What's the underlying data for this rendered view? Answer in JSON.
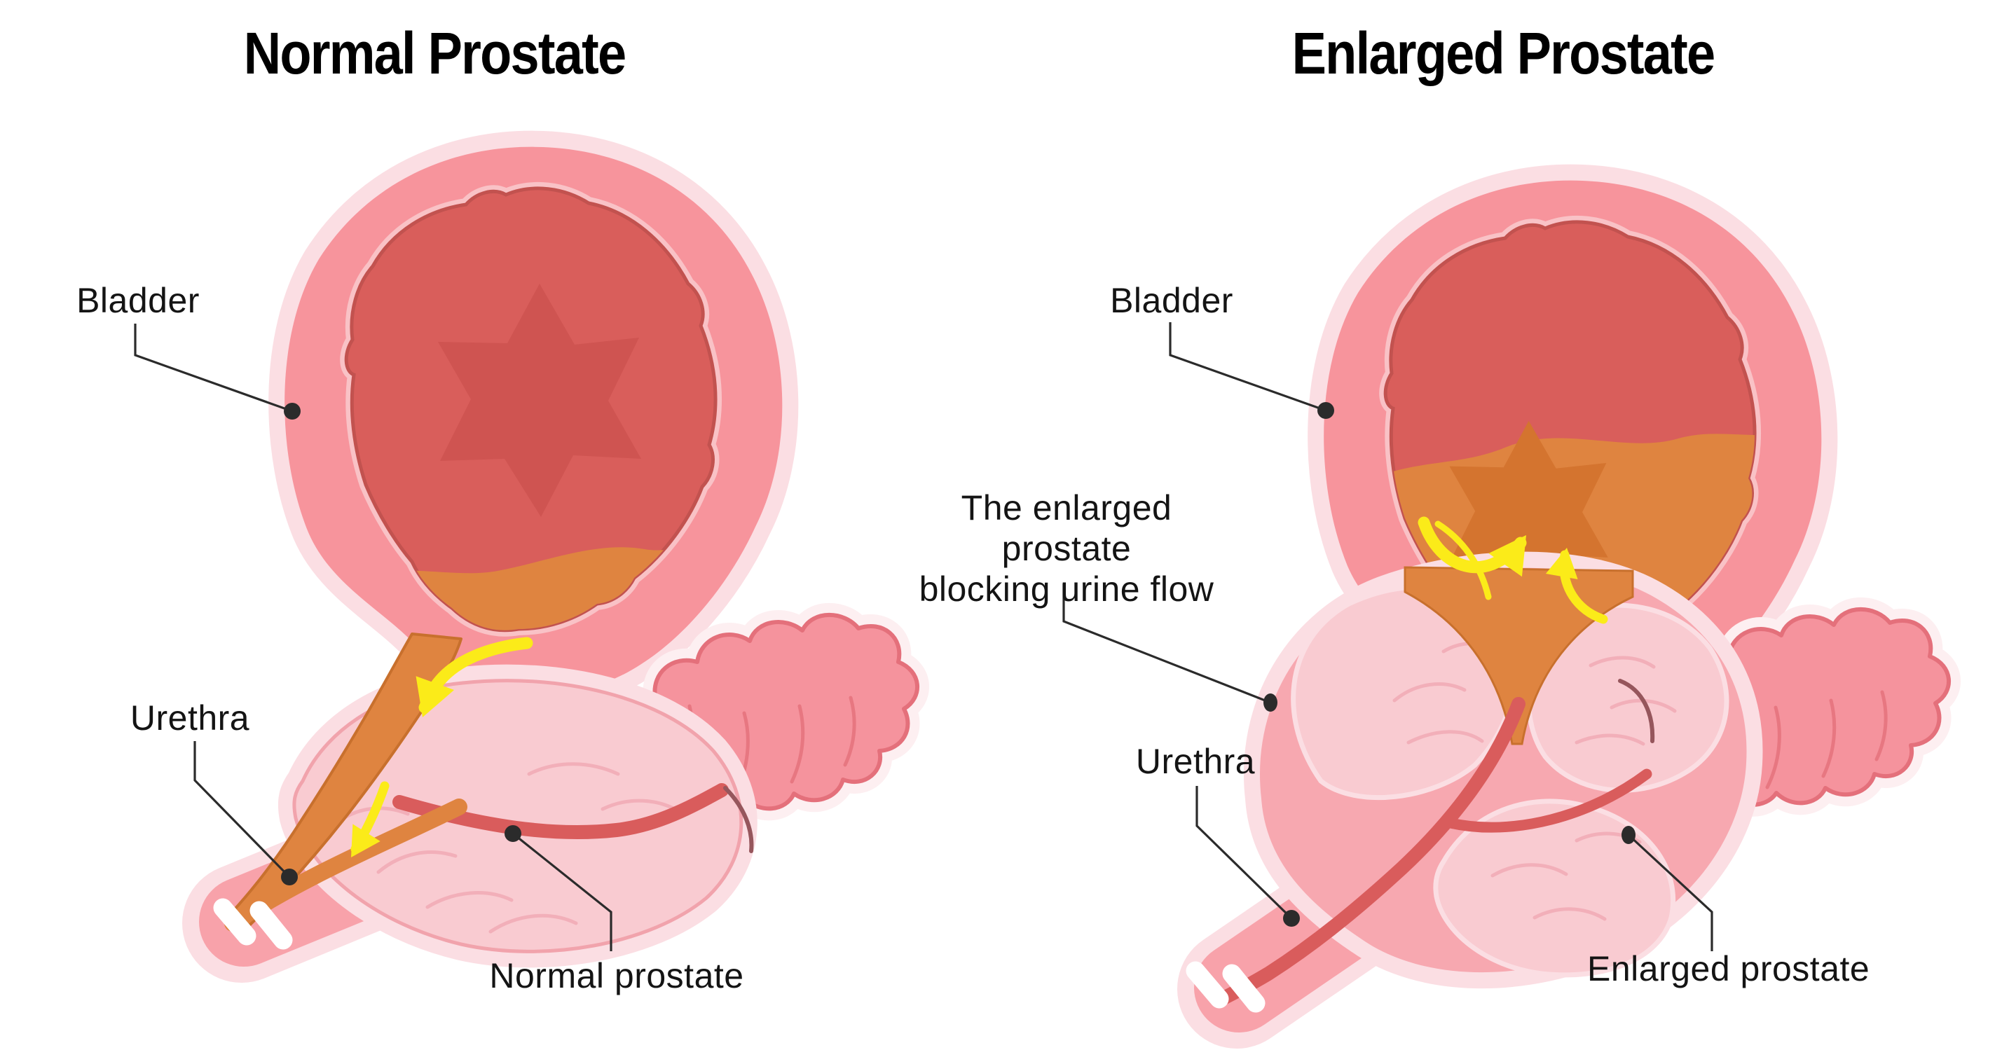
{
  "diagram": {
    "left": {
      "title": "Normal Prostate",
      "label_bladder": "Bladder",
      "label_urethra": "Urethra",
      "label_prostate": "Normal prostate"
    },
    "right": {
      "title": "Enlarged Prostate",
      "label_bladder": "Bladder",
      "label_blocking_line1": "The enlarged prostate",
      "label_blocking_line2": "blocking urine flow",
      "label_urethra": "Urethra",
      "label_prostate": "Enlarged prostate"
    }
  },
  "colors": {
    "halo": "#FBDEE3",
    "wall": "#F7949C",
    "rim": "#F9C2C6",
    "cavity": "#D95E5B",
    "cavity_stroke": "#C2524F",
    "jag_red": "#CF5451",
    "jag_orange": "#D4742F",
    "urine": "#DF8440",
    "urine_stroke": "#C8702D",
    "prostate_light": "#F9CBD1",
    "prostate_outline": "#F1A3AC",
    "prostate_medium": "#F7A8B0",
    "vein": "#F2AFB9",
    "vesicle": "#F5939D",
    "vesicle_outline": "#E4707B",
    "vesicle_gap": "#FDEFF1",
    "urethra": "#D95C5C",
    "junction": "#96565C",
    "yellow": "#FBEB19",
    "shaft": "#F8A2AA",
    "ink": "#2B2B2B",
    "text": "#141414"
  }
}
